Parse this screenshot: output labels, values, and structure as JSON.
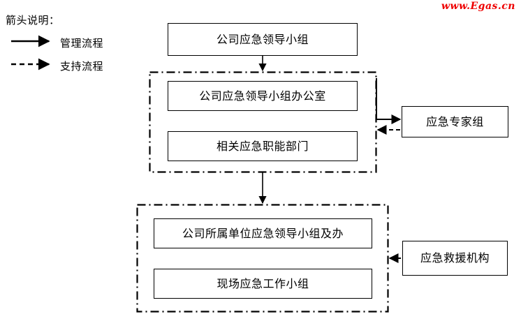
{
  "diagram": {
    "legend": {
      "title": "箭头说明：",
      "items": [
        {
          "label": "管理流程",
          "style": "solid-arrow"
        },
        {
          "label": "支持流程",
          "style": "dashed-arrow"
        }
      ]
    },
    "watermark": "www.Egas.cn",
    "nodes": {
      "top_leader_group": "公司应急领导小组",
      "leader_office": "公司应急领导小组办公室",
      "functional_departments": "相关应急职能部门",
      "subsidiary_leader_group": "公司所属单位应急领导小组及办",
      "onsite_work_group": "现场应急工作小组",
      "expert_group": "应急专家组",
      "rescue_agency": "应急救援机构"
    },
    "colors": {
      "line": "#000000",
      "box_fill": "#ffffff",
      "text": "#000000",
      "watermark": "#ee0000"
    }
  }
}
